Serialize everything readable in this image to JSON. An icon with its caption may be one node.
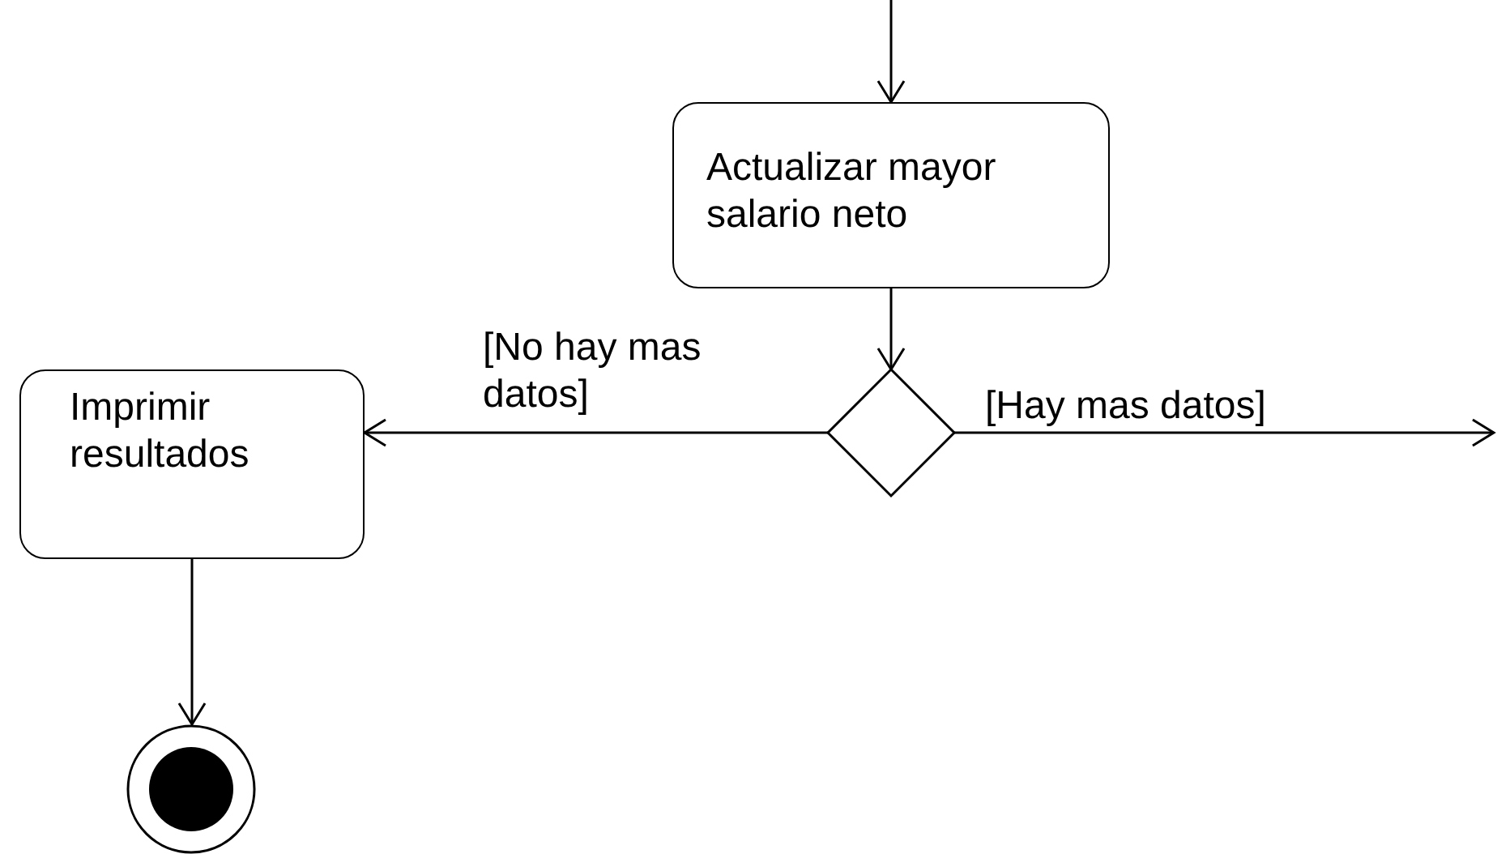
{
  "diagram": {
    "nodes": [
      {
        "text": [
          "Actualizar mayor salario neto"
        ]
      },
      {
        "text": [],
        "shape": "diamond"
      },
      {
        "text": [
          "Imprimir resultados"
        ]
      },
      {
        "text": [],
        "shape": "circle"
      }
    ],
    "edges": [
      {
        "from": null,
        "to": 0,
        "arrow": "to"
      },
      {
        "from": 0,
        "to": 1,
        "arrow": "to"
      },
      {
        "from": 1,
        "to": 2,
        "arrow": "to",
        "label": "[No hay mas datos]"
      },
      {
        "from": 1,
        "to": null,
        "arrow": "to",
        "label": "[Hay mas datos]"
      },
      {
        "from": 2,
        "to": 3,
        "arrow": "to"
      }
    ]
  }
}
